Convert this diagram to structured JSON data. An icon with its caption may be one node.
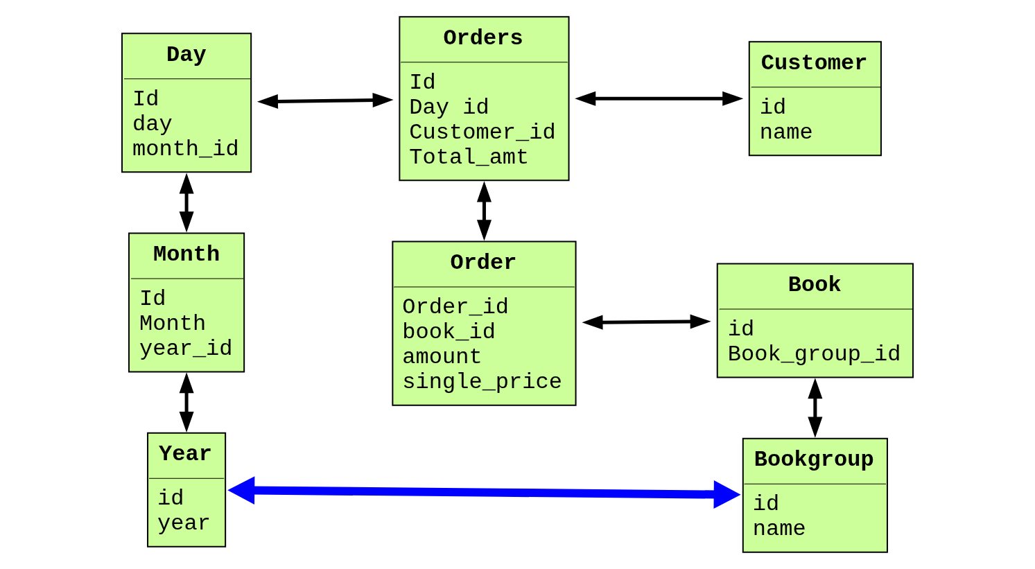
{
  "diagram": {
    "nodes": [
      {
        "text": [
          "Year",
          "id",
          "year"
        ]
      },
      {
        "text": [
          "Month",
          "Id",
          "Month",
          "year_id"
        ]
      },
      {
        "text": [
          "Day",
          "Id",
          "day",
          "month_id"
        ]
      },
      {
        "text": [
          "Order",
          "Order_id",
          "book_id",
          "amount",
          "single_price"
        ]
      },
      {
        "text": [
          "Orders",
          "Id",
          "Day id",
          "Customer_id",
          "Total_amt"
        ]
      },
      {
        "text": [
          "Bookgroup",
          "id",
          "name"
        ]
      },
      {
        "text": [
          "Book",
          "id",
          "Book_group_id"
        ]
      },
      {
        "text": [
          "Customer",
          "id",
          "name"
        ]
      }
    ],
    "edges": [
      {
        "from": 1,
        "to": 0,
        "arrow": "both"
      },
      {
        "from": 2,
        "to": 1,
        "arrow": "both"
      },
      {
        "from": 4,
        "to": 3,
        "arrow": "both"
      },
      {
        "from": 2,
        "to": 4,
        "arrow": "both"
      },
      {
        "from": 4,
        "to": 7,
        "arrow": "both"
      },
      {
        "from": 6,
        "to": 5,
        "arrow": "both"
      },
      {
        "from": 3,
        "to": 6,
        "arrow": "both"
      },
      {
        "from": 0,
        "to": 5,
        "arrow": "both",
        "style": "thick",
        "color": "#0000ff"
      }
    ]
  }
}
